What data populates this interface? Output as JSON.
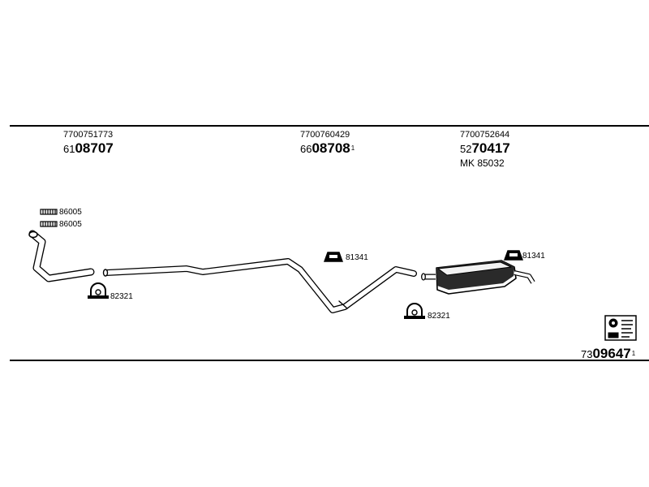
{
  "upper_group": [
    {
      "oem": "7700751773",
      "prefix": "61",
      "number": "08707",
      "suffix": ""
    },
    {
      "oem": "7700760429",
      "prefix": "66",
      "number": "08708",
      "suffix": "1"
    },
    {
      "oem": "7700752644",
      "prefix": "52",
      "number": "70417",
      "suffix": ""
    }
  ],
  "kit_label": "MK 85032",
  "callouts": {
    "spring_1": "86005",
    "spring_2": "86005",
    "clamp_front": "82321",
    "hanger_mid": "81341",
    "clamp_mid": "82321",
    "hanger_rear": "81341"
  },
  "catalog_number": {
    "prefix": "73",
    "number": "09647",
    "suffix": "1"
  }
}
